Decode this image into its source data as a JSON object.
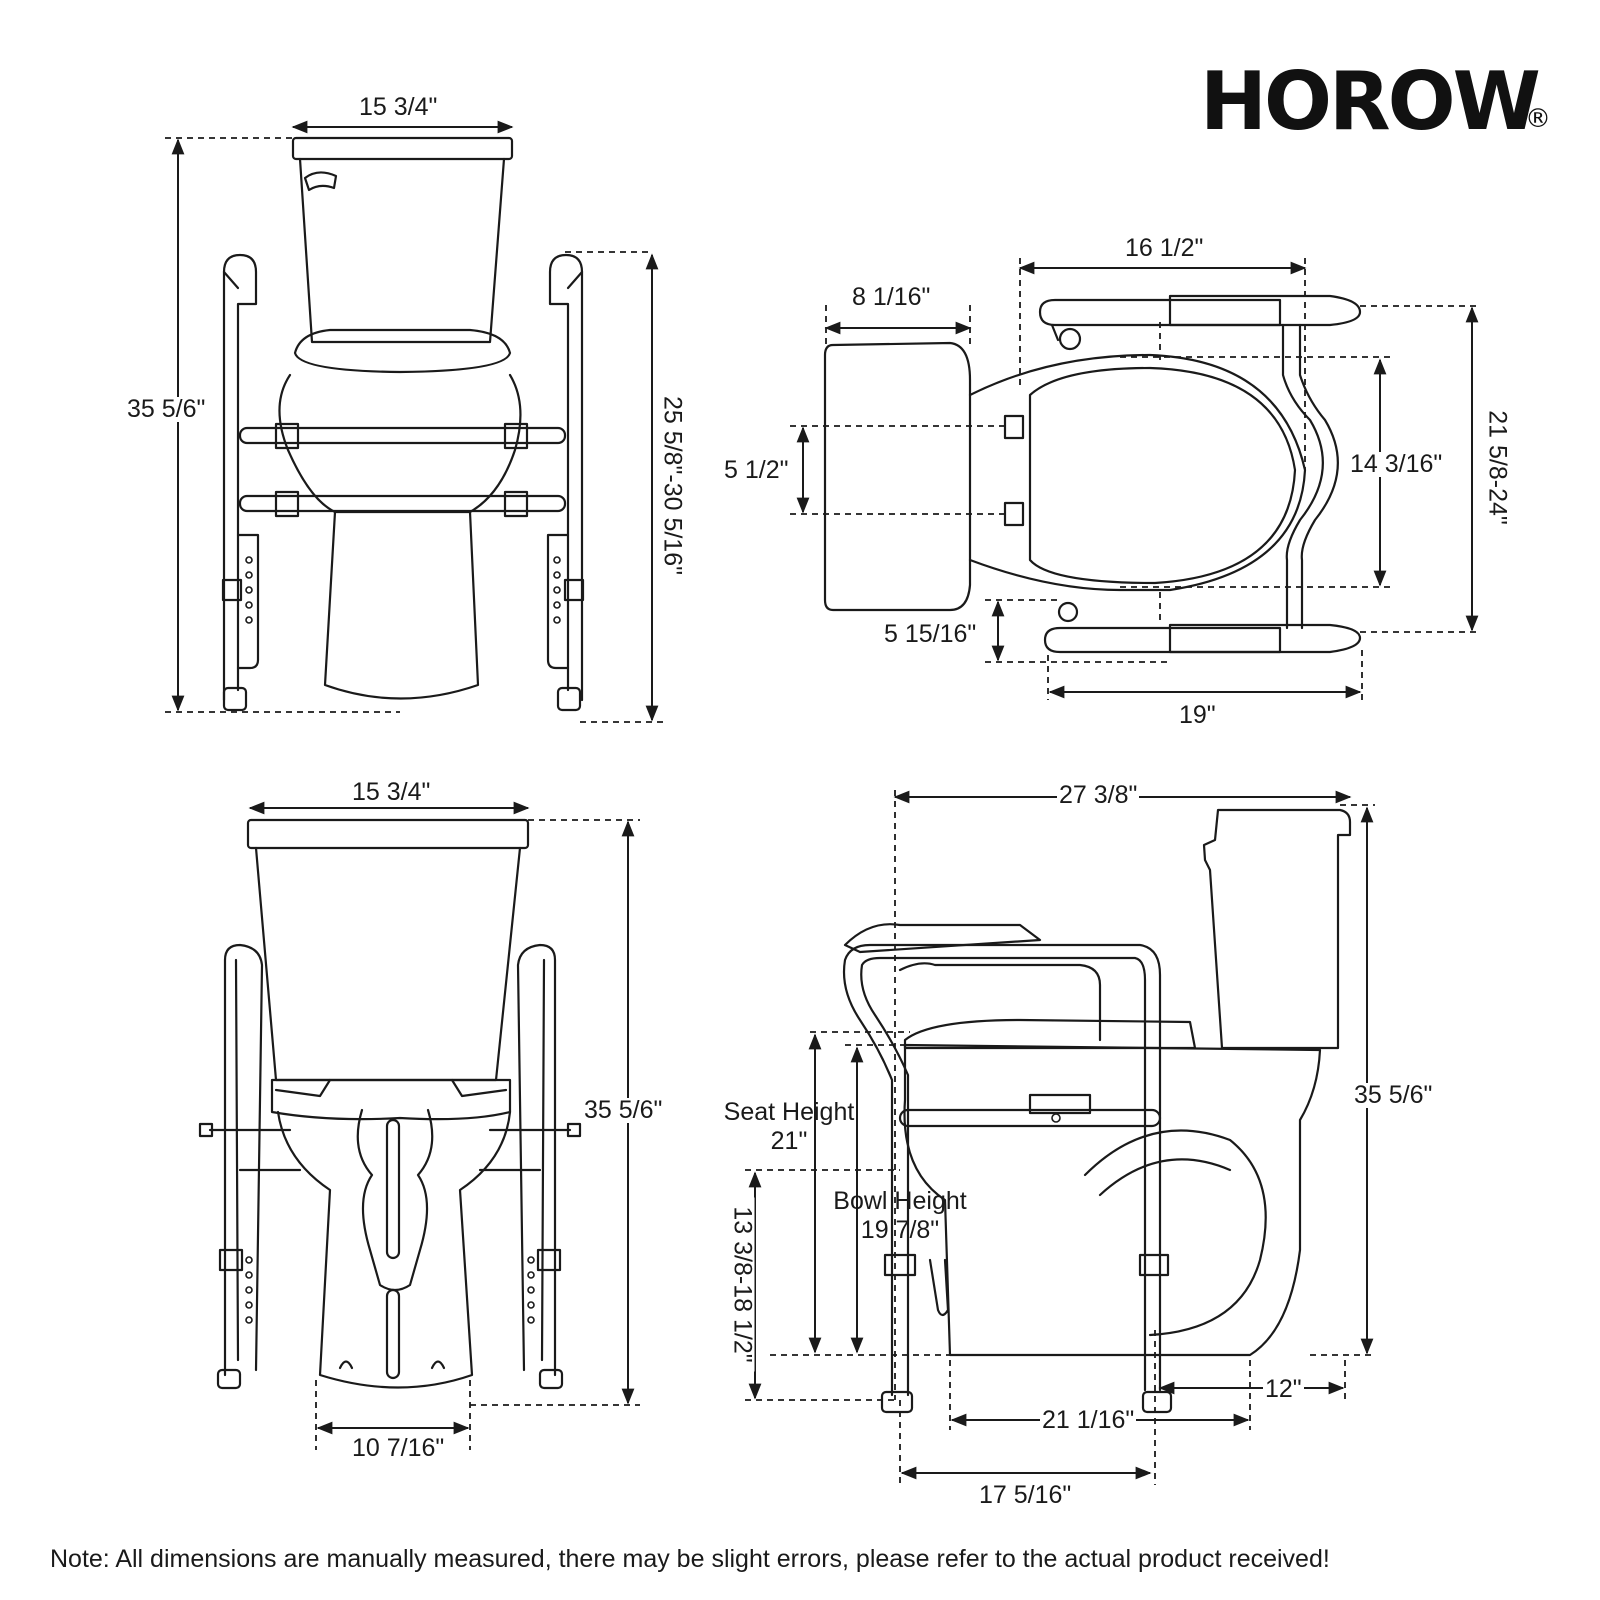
{
  "brand": {
    "name": "HOROW",
    "registered": "®"
  },
  "views": {
    "front_top": {
      "tank_width": "15 3/4\"",
      "total_height": "35 5/6\"",
      "armrest_height": "25 5/8\"-30 5/16\""
    },
    "top": {
      "backrest_depth": "8 1/16\"",
      "inner_width": "16 1/2\"",
      "backrest_gap": "5 1/2\"",
      "armrest_inner_span": "14 3/16\"",
      "outer_width": "21 5/8-24\"",
      "armrest_offset": "5 15/16\"",
      "armrest_length": "19\""
    },
    "rear": {
      "tank_width": "15 3/4\"",
      "total_height": "35 5/6\"",
      "base_width": "10 7/16\""
    },
    "side": {
      "overall_depth": "27 3/8\"",
      "total_height": "35 5/6\"",
      "seat_height_label": "Seat Height",
      "seat_height_value": "21\"",
      "bowl_height_label": "Bowl Height",
      "bowl_height_value": "19 7/8\"",
      "arm_height": "13 3/8-18 1/2\"",
      "front_offset": "12\"",
      "base_depth": "21 1/16\"",
      "frame_depth": "17 5/16\""
    }
  },
  "note": "Note: All dimensions are manually measured, there may be slight errors, please refer to the actual product received!"
}
